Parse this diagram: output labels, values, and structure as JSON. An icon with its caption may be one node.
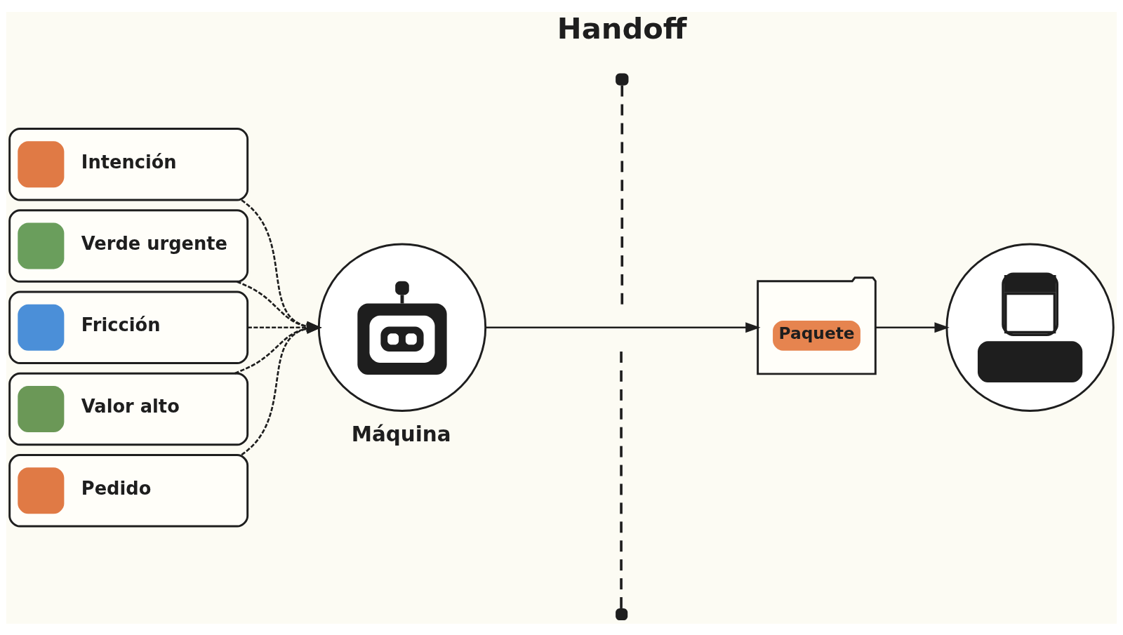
{
  "diagram": {
    "nodes": [
      {
        "text": [
          "Intención"
        ]
      },
      {
        "text": [
          "Verde urgente"
        ]
      },
      {
        "text": [
          "Fricción"
        ]
      },
      {
        "text": [
          "Valor alto"
        ]
      },
      {
        "text": [
          "Pedido"
        ]
      },
      {
        "text": [],
        "shape": "circle",
        "beside": [
          "Máquina"
        ]
      },
      {
        "text": [
          "Paquete"
        ]
      },
      {
        "text": [],
        "shape": "person"
      }
    ],
    "edges": [
      {
        "from": 0,
        "to": 5,
        "arrow": "to",
        "style": "dashed"
      },
      {
        "from": 1,
        "to": 5,
        "arrow": "to",
        "style": "dashed"
      },
      {
        "from": 2,
        "to": 5,
        "arrow": "to",
        "style": "dashed"
      },
      {
        "from": 3,
        "to": 5,
        "arrow": "to",
        "style": "dashed"
      },
      {
        "from": 4,
        "to": 5,
        "arrow": "to",
        "style": "dashed"
      },
      {
        "from": 5,
        "to": 6,
        "arrow": "to"
      },
      {
        "from": 6,
        "to": 7,
        "arrow": "to"
      }
    ],
    "labels": [
      "Handoff"
    ]
  }
}
